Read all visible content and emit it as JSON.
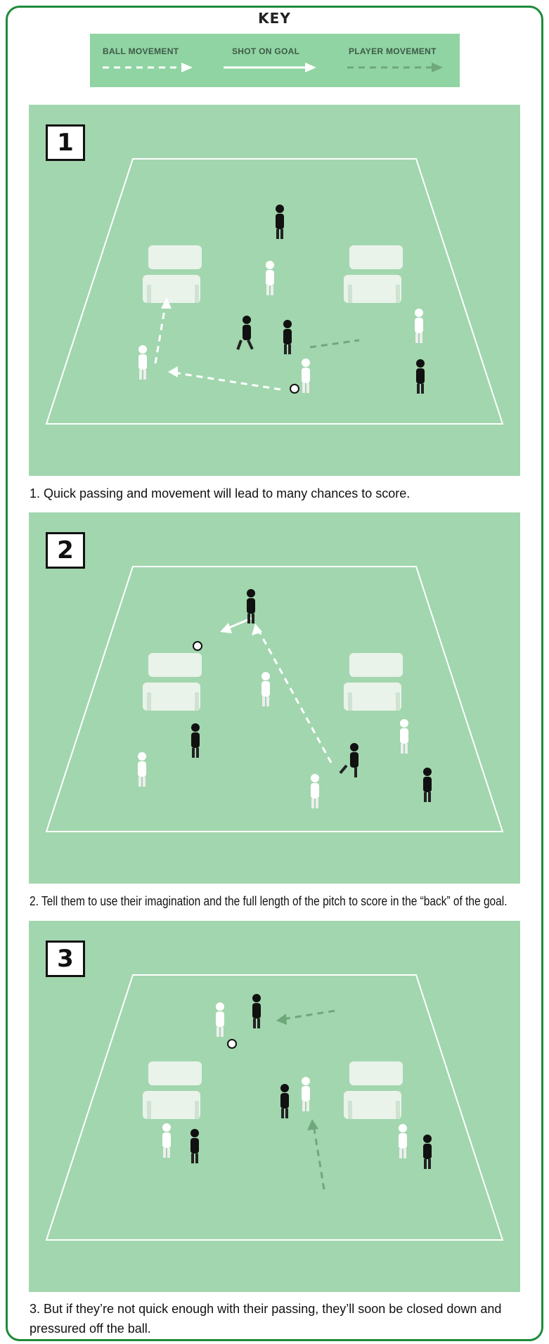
{
  "key": {
    "title": "KEY",
    "ball_movement": "BALL MOVEMENT",
    "shot_on_goal": "SHOT ON GOAL",
    "player_movement": "PLAYER MOVEMENT"
  },
  "panels": [
    {
      "number": "1",
      "caption": "1. Quick passing and movement will lead to many chances to score."
    },
    {
      "number": "2",
      "caption": "2. Tell them to use their imagination and the full length of the pitch to score in the “back” of the goal."
    },
    {
      "number": "3",
      "caption": "3. But if they’re not quick enough with their passing, they’ll soon be closed down and pressured off the ball."
    }
  ],
  "colors": {
    "frame": "#1f8a3a",
    "key_bg": "#8fd4a2",
    "pitch": "#a2d6ae",
    "white_team": "#ffffff",
    "black_team": "#111111",
    "player_movement": "#6fa87b"
  }
}
